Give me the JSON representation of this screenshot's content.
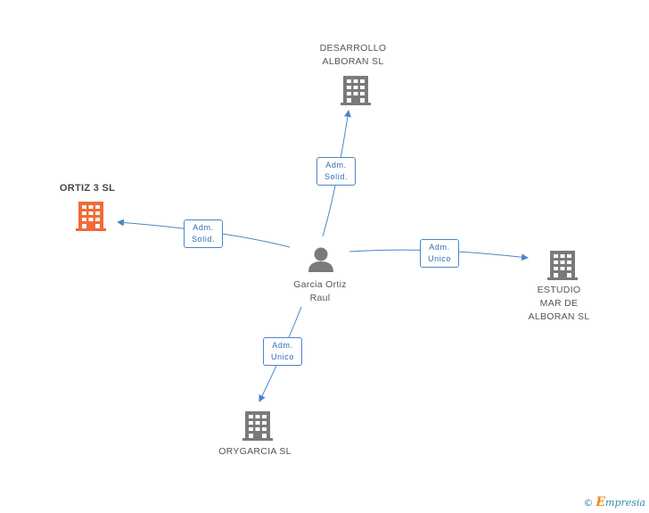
{
  "colors": {
    "edge": "#4a86c8",
    "building_default": "#7a7a7a",
    "building_highlight": "#f26a35",
    "person": "#7a7a7a"
  },
  "center": {
    "name_line1": "Garcia Ortiz",
    "name_line2": "Raul",
    "icon": "person-icon"
  },
  "companies": {
    "desarrollo": {
      "line1": "DESARROLLO",
      "line2": "ALBORAN SL",
      "icon": "building-icon"
    },
    "ortiz3": {
      "line1": "ORTIZ 3 SL",
      "icon": "building-icon",
      "highlight": true
    },
    "estudio": {
      "line1": "ESTUDIO",
      "line2": "MAR DE",
      "line3": "ALBORAN SL",
      "icon": "building-icon"
    },
    "orygarcia": {
      "line1": "ORYGARCIA  SL",
      "icon": "building-icon"
    }
  },
  "edges": {
    "desarrollo": {
      "line1": "Adm.",
      "line2": "Solid."
    },
    "ortiz3": {
      "line1": "Adm.",
      "line2": "Solid."
    },
    "estudio": {
      "line1": "Adm.",
      "line2": "Unico"
    },
    "orygarcia": {
      "line1": "Adm.",
      "line2": "Unico"
    }
  },
  "footer": {
    "copyright": "©",
    "brand_initial": "E",
    "brand_rest": "mpresia"
  }
}
